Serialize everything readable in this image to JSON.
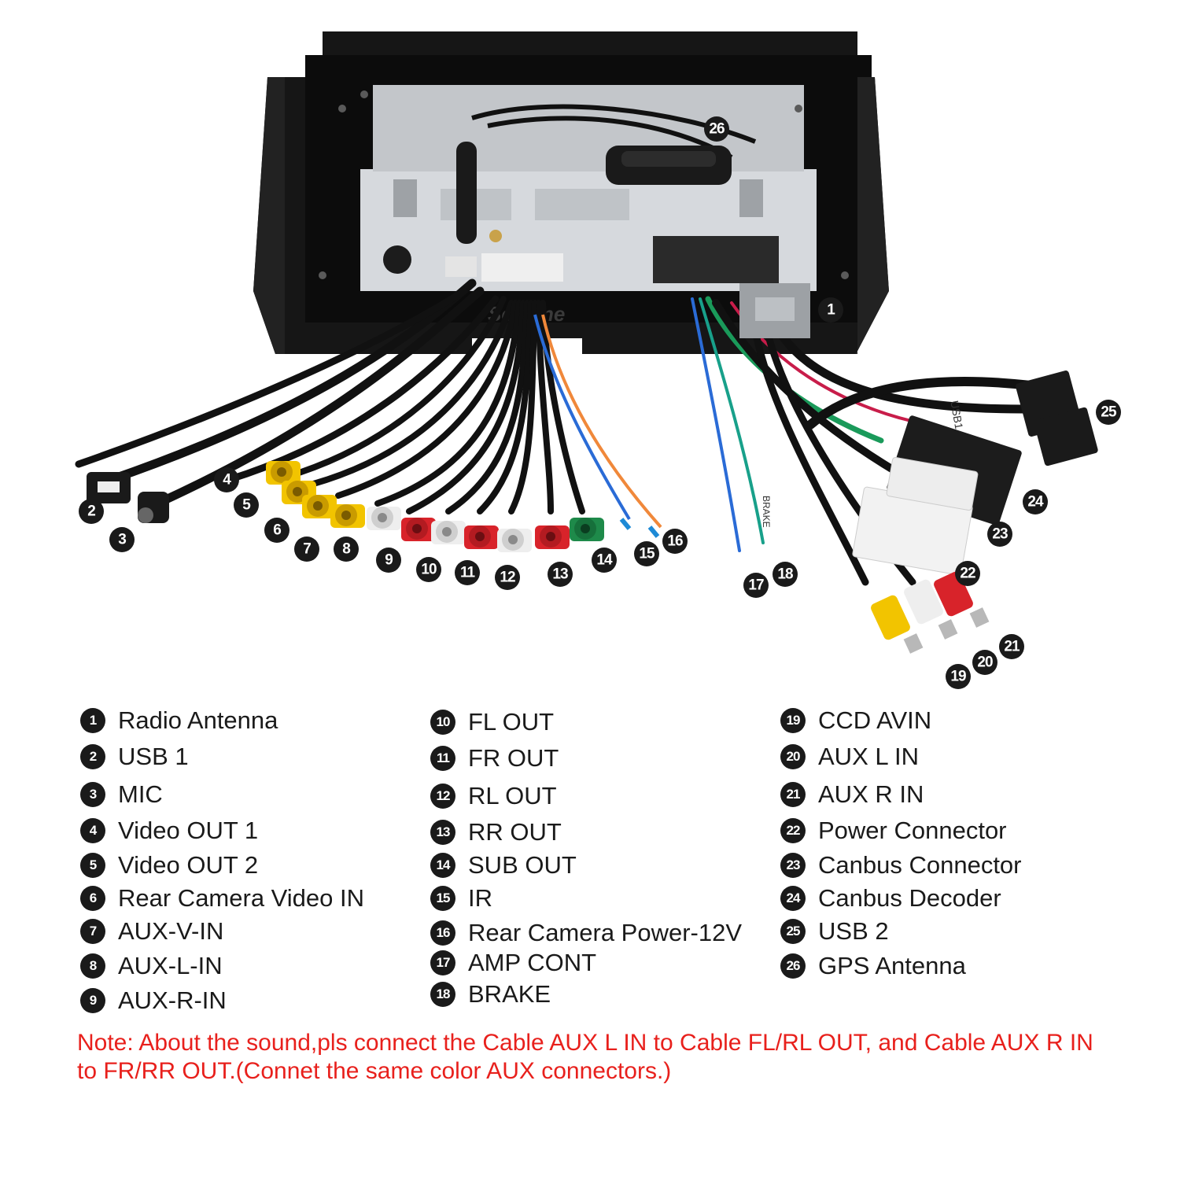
{
  "watermark": "Seicane",
  "legend": [
    {
      "num": "1",
      "label": "Radio Antenna"
    },
    {
      "num": "2",
      "label": "USB 1"
    },
    {
      "num": "3",
      "label": "MIC"
    },
    {
      "num": "4",
      "label": "Video OUT 1"
    },
    {
      "num": "5",
      "label": "Video OUT 2"
    },
    {
      "num": "6",
      "label": "Rear Camera Video IN"
    },
    {
      "num": "7",
      "label": "AUX-V-IN"
    },
    {
      "num": "8",
      "label": "AUX-L-IN"
    },
    {
      "num": "9",
      "label": "AUX-R-IN"
    },
    {
      "num": "10",
      "label": "FL OUT"
    },
    {
      "num": "11",
      "label": "FR OUT"
    },
    {
      "num": "12",
      "label": "RL OUT"
    },
    {
      "num": "13",
      "label": "RR OUT"
    },
    {
      "num": "14",
      "label": "SUB OUT"
    },
    {
      "num": "15",
      "label": "IR"
    },
    {
      "num": "16",
      "label": "Rear Camera Power-12V"
    },
    {
      "num": "17",
      "label": "AMP CONT"
    },
    {
      "num": "18",
      "label": "BRAKE"
    },
    {
      "num": "19",
      "label": "CCD AVIN"
    },
    {
      "num": "20",
      "label": "AUX L IN"
    },
    {
      "num": "21",
      "label": "AUX R IN"
    },
    {
      "num": "22",
      "label": "Power Connector"
    },
    {
      "num": "23",
      "label": "Canbus Connector"
    },
    {
      "num": "24",
      "label": "Canbus Decoder"
    },
    {
      "num": "25",
      "label": "USB 2"
    },
    {
      "num": "26",
      "label": "GPS Antenna"
    }
  ],
  "photo_labels": [
    "1",
    "2",
    "3",
    "4",
    "5",
    "6",
    "7",
    "8",
    "9",
    "10",
    "11",
    "12",
    "13",
    "14",
    "15",
    "16",
    "17",
    "18",
    "19",
    "20",
    "21",
    "22",
    "23",
    "24",
    "25",
    "26"
  ],
  "cable_tags": {
    "usb": "USB1",
    "brake": "BRAKE"
  },
  "note": "Note: About the sound,pls connect the Cable AUX L IN to Cable FL/RL OUT, and Cable AUX R IN to FR/RR OUT.(Connet the same color AUX connectors.)",
  "colors": {
    "note": "#e8201c",
    "badge": "#1a1a1a",
    "rca_yellow": "#f2c400",
    "rca_red": "#d8232a",
    "rca_white": "#eeeeee",
    "rca_green": "#1e8a4a"
  }
}
